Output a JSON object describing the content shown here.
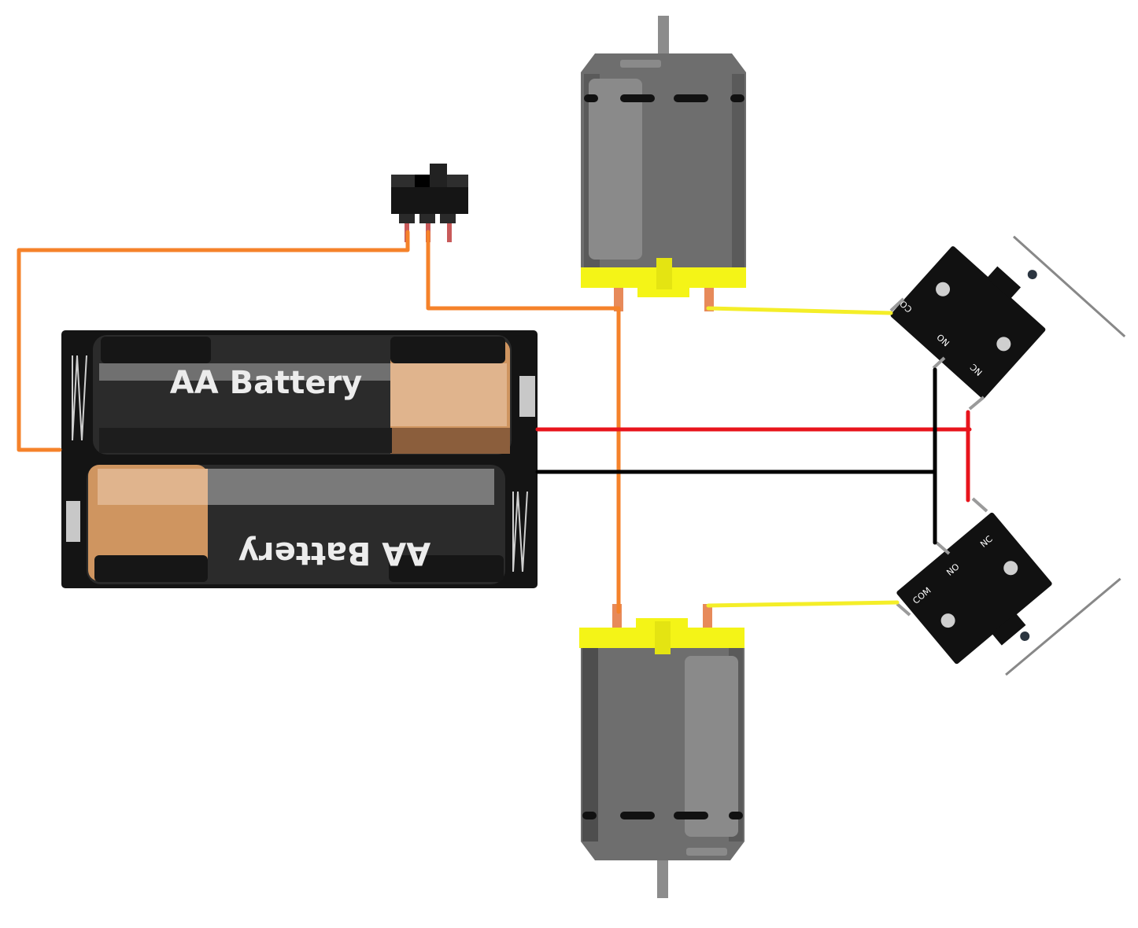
{
  "battery_pack": {
    "top_cell_label": "AA Battery",
    "bottom_cell_label": "AA Battery"
  },
  "limit_switch_upper": {
    "com_label": "COM",
    "no_label": "NO",
    "nc_label": "NC"
  },
  "limit_switch_lower": {
    "com_label": "COM",
    "no_label": "NO",
    "nc_label": "NC"
  },
  "colors": {
    "wire_orange": "#f5822a",
    "wire_red": "#e8141c",
    "wire_black": "#000000",
    "wire_yellow": "#f4ee28",
    "motor_body": "#6e6e6e",
    "motor_cap": "#f4f417",
    "battery_body": "#2b2b2b",
    "battery_copper": "#cf9560",
    "holder": "#141414",
    "switch_body": "#111111"
  }
}
